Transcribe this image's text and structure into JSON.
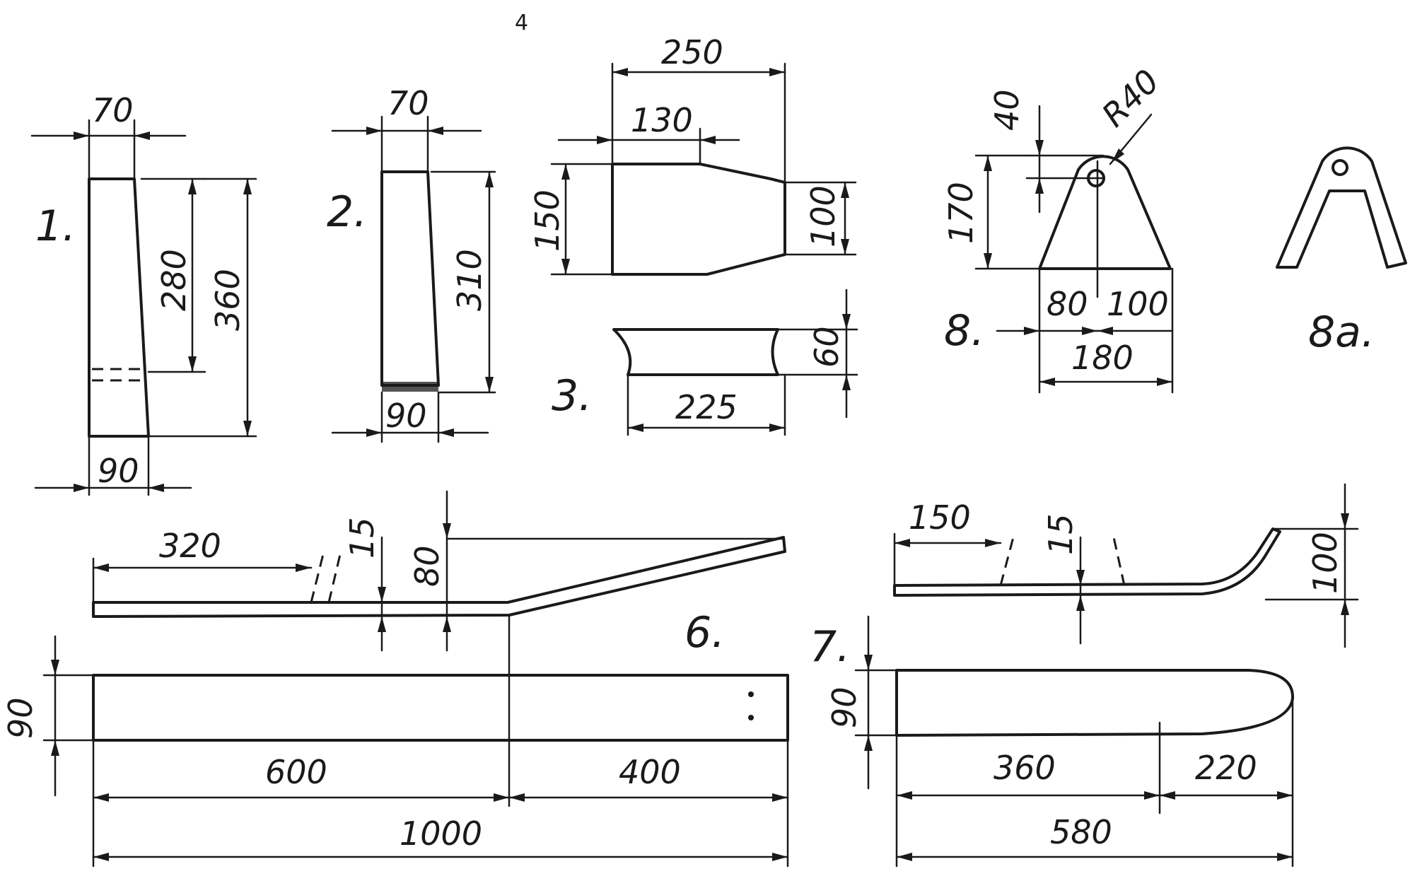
{
  "page_number": "4",
  "parts": {
    "p1": {
      "label": "1.",
      "dims": {
        "top": "70",
        "inner": "280",
        "height": "360",
        "bottom": "90"
      }
    },
    "p2": {
      "label": "2.",
      "dims": {
        "top": "70",
        "height": "310",
        "bottom": "90"
      }
    },
    "p3": {
      "label": "3.",
      "dims": {
        "length": "250",
        "flat": "130",
        "left_height": "150",
        "right_height": "100",
        "side_length": "225",
        "side_height": "60"
      }
    },
    "p6": {
      "label": "6.",
      "dims": {
        "flat": "320",
        "thickness": "15",
        "rise": "80",
        "width": "90",
        "front": "600",
        "rear": "400",
        "total": "1000"
      }
    },
    "p7": {
      "label": "7.",
      "dims": {
        "flat": "150",
        "thickness": "15",
        "rise": "100",
        "width": "90",
        "front": "360",
        "rear": "220",
        "total": "580"
      }
    },
    "p8": {
      "label": "8.",
      "dims": {
        "hole": "40",
        "radius": "R40",
        "height": "170",
        "left": "80",
        "right": "100",
        "base": "180"
      }
    },
    "p8a": {
      "label": "8a."
    }
  }
}
